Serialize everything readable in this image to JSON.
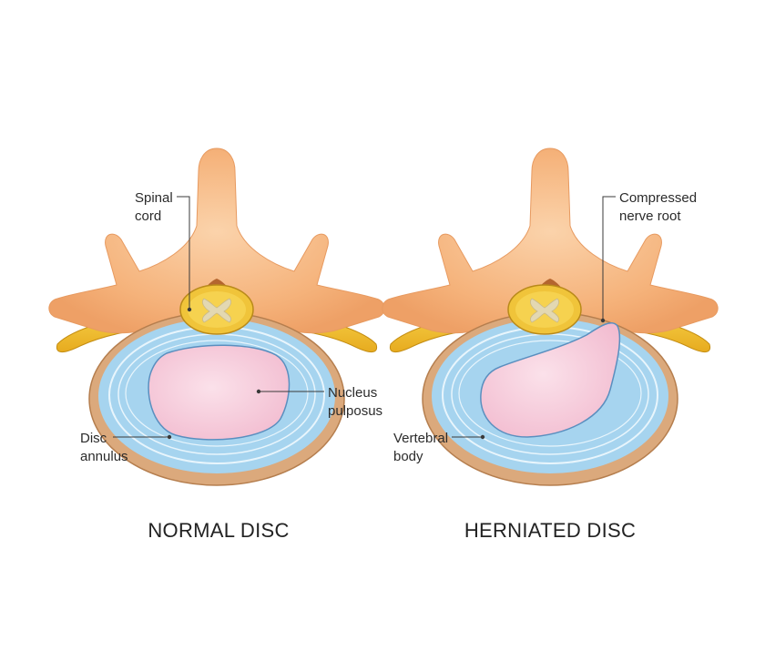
{
  "panels": {
    "normal": {
      "caption": "NORMAL DISC",
      "labels": {
        "spinal_cord": [
          "Spinal",
          "cord"
        ],
        "nucleus_pulposus": [
          "Nucleus",
          "pulposus"
        ],
        "disc_annulus": [
          "Disc",
          "annulus"
        ]
      }
    },
    "herniated": {
      "caption": "HERNIATED DISC",
      "labels": {
        "compressed_nerve_root": [
          "Compressed",
          "nerve root"
        ],
        "vertebral_body": [
          "Vertebral",
          "body"
        ]
      }
    }
  },
  "colors": {
    "bone": "#f5b27a",
    "bone_dark": "#e4935a",
    "bone_light": "#f9cda0",
    "nerve": "#f3c237",
    "nerve_dark": "#d79e1f",
    "cord_outer": "#f0c43a",
    "cord_inner": "#e3d8b2",
    "disc_rim": "#d9a87a",
    "annulus": "#a6d4ef",
    "annulus_line": "#e8f5fc",
    "nucleus": "#f6c9d8",
    "nucleus_edge": "#5a8fbf",
    "inflamed": "#e8371b"
  }
}
